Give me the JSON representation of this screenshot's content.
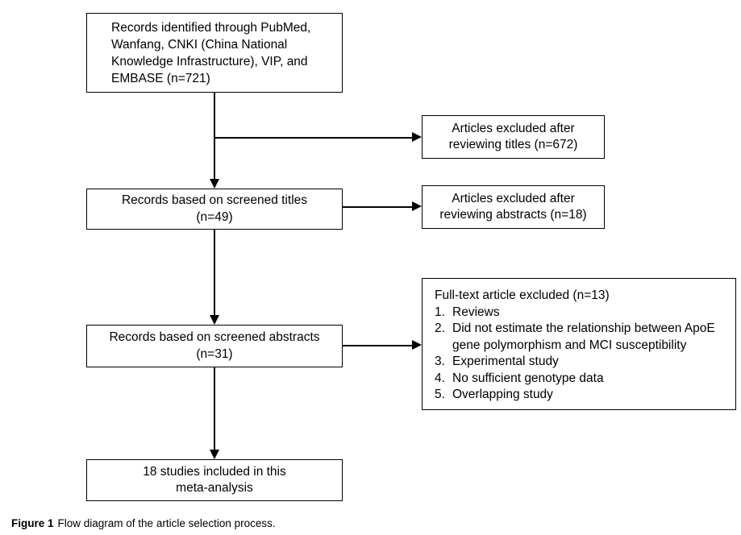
{
  "figure": {
    "nodes": {
      "identification": {
        "text": "Records identified through PubMed,\nWanfang, CNKI (China National\nKnowledge Infrastructure), VIP, and\nEMBASE (n=721)"
      },
      "excluded_titles": {
        "text": "Articles excluded after\nreviewing titles (n=672)"
      },
      "screened_titles": {
        "text": "Records based on screened titles\n(n=49)"
      },
      "excluded_abstracts": {
        "text": "Articles excluded after\nreviewing abstracts (n=18)"
      },
      "screened_abstracts": {
        "text": "Records based on screened abstracts\n(n=31)"
      },
      "fulltext_excluded": {
        "title": "Full-text article excluded (n=13)",
        "items": [
          {
            "num": "1.",
            "text": "Reviews"
          },
          {
            "num": "2.",
            "text": "Did not estimate the relationship between ApoE\ngene polymorphism and MCI susceptibility"
          },
          {
            "num": "3.",
            "text": "Experimental study"
          },
          {
            "num": "4.",
            "text": "No sufficient genotype data"
          },
          {
            "num": "5.",
            "text": "Overlapping study"
          }
        ]
      },
      "included": {
        "text": "18 studies included in this\nmeta-analysis"
      }
    },
    "caption": {
      "label": "Figure 1",
      "text": "Flow diagram of the article selection process."
    },
    "colors": {
      "line": "#000000",
      "text": "#000000",
      "background": "#ffffff"
    }
  }
}
